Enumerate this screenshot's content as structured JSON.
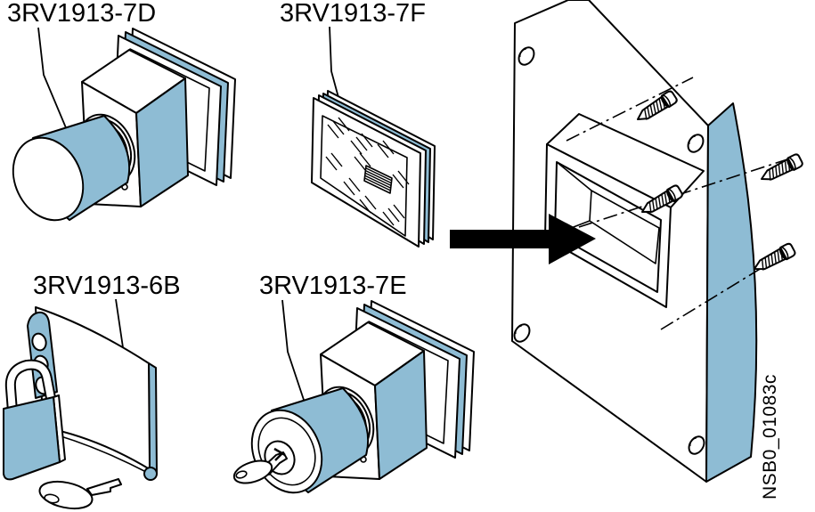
{
  "diagram": {
    "products": [
      {
        "position": "top-left",
        "label": "3RV1913-7D"
      },
      {
        "position": "top-middle",
        "label": "3RV1913-7F"
      },
      {
        "position": "bottom-left",
        "label": "3RV1913-6B"
      },
      {
        "position": "bottom-middle",
        "label": "3RV1913-7E"
      }
    ],
    "figure_id": "NSB0_01083c",
    "colors": {
      "accent_blue": "#8EBCD4",
      "outline": "#000000",
      "background": "#FFFFFF"
    }
  }
}
